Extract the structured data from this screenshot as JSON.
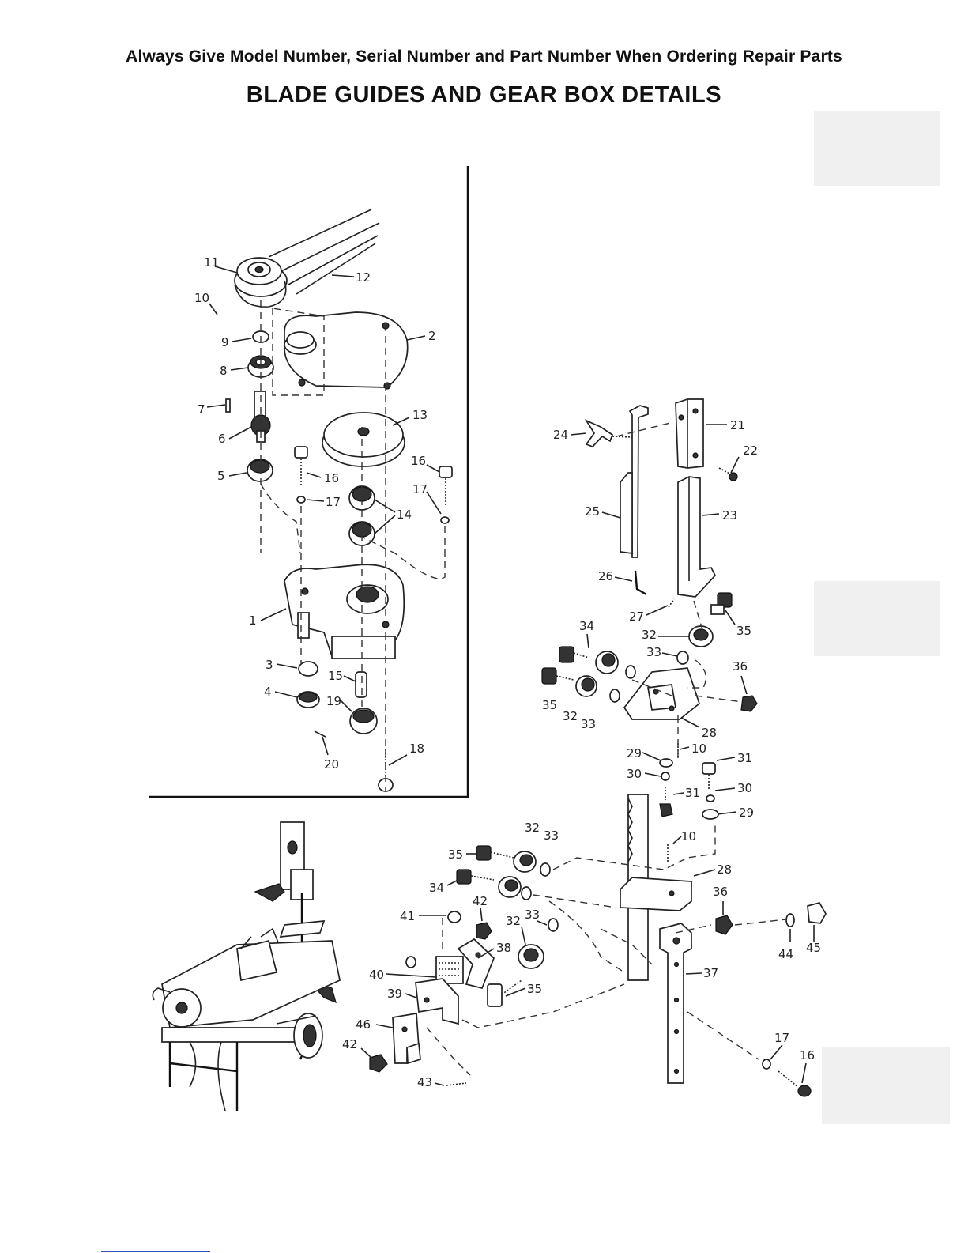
{
  "header": {
    "notice": "Always Give Model Number, Serial Number and Part Number When Ordering Repair Parts",
    "title": "BLADE GUIDES AND GEAR BOX DETAILS"
  },
  "gear_box_callouts": [
    "11",
    "12",
    "10",
    "9",
    "2",
    "8",
    "7",
    "13",
    "6",
    "16",
    "5",
    "16",
    "17",
    "17",
    "14",
    "1",
    "3",
    "15",
    "4",
    "19",
    "18",
    "20"
  ],
  "blade_guide_callouts": [
    "24",
    "21",
    "22",
    "25",
    "23",
    "26",
    "27",
    "35",
    "34",
    "32",
    "33",
    "36",
    "35",
    "32",
    "33",
    "28",
    "29",
    "10",
    "31",
    "30",
    "31",
    "30",
    "29",
    "32",
    "33",
    "35",
    "10",
    "28",
    "34",
    "42",
    "36",
    "41",
    "32",
    "33",
    "38",
    "44",
    "45",
    "40",
    "37",
    "39",
    "35",
    "46",
    "17",
    "16",
    "42",
    "43"
  ]
}
